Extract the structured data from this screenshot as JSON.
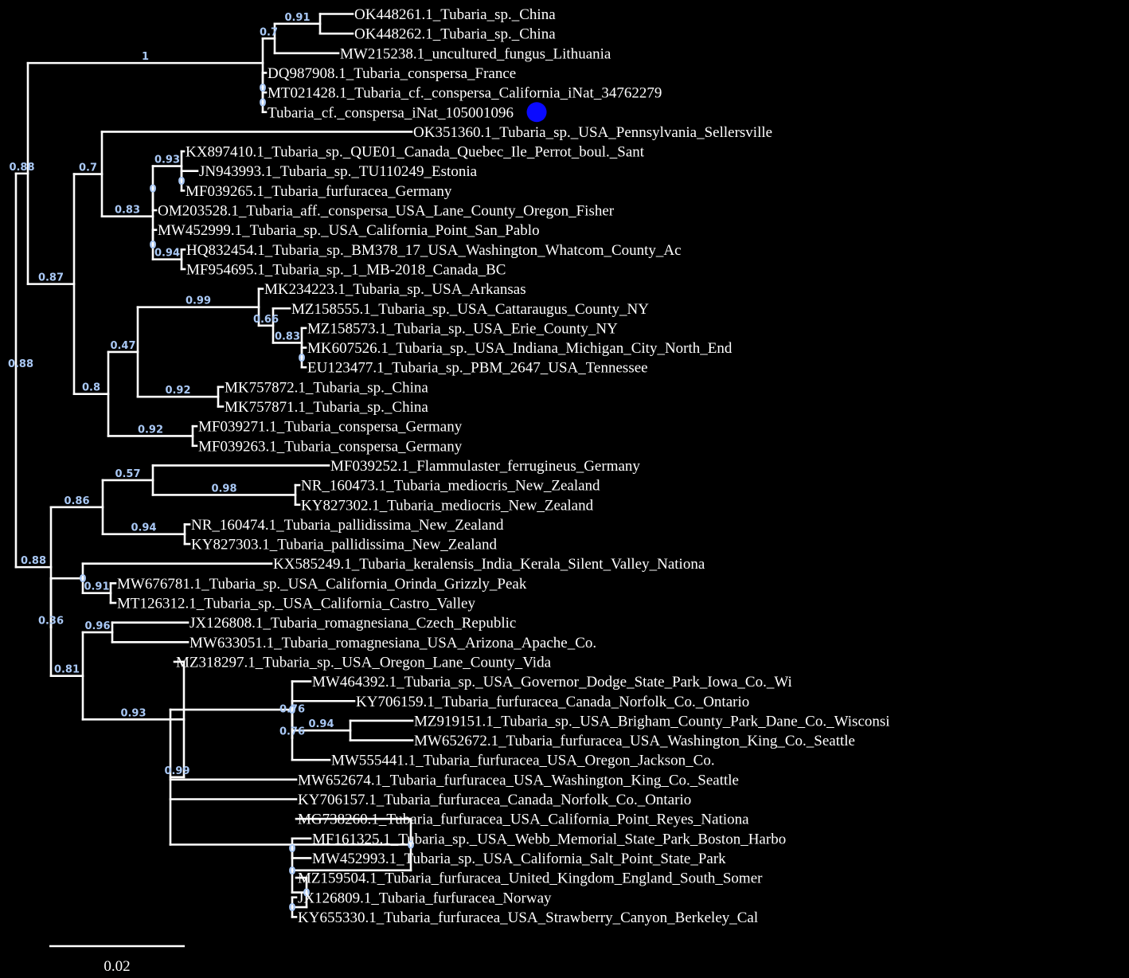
{
  "colors": {
    "background": "#000000",
    "branch": "#ffffff",
    "label": "#ffffff",
    "support": "#a9c8f5",
    "highlight": "#0a0aff"
  },
  "scale_bar": {
    "label": "0.02",
    "length_units": 0.02
  },
  "tree": {
    "support": "0.88",
    "children": [
      {
        "support": "0.88",
        "children": [
          {
            "support": "1",
            "children": [
              {
                "support": "0.7",
                "children": [
                  {
                    "support": "0.91",
                    "children": [
                      {
                        "name": "OK448261.1_Tubaria_sp._China"
                      },
                      {
                        "name": "OK448262.1_Tubaria_sp._China"
                      }
                    ]
                  },
                  {
                    "name": "MW215238.1_uncultured_fungus_Lithuania"
                  }
                ]
              },
              {
                "support": "0",
                "children": [
                  {
                    "name": "DQ987908.1_Tubaria_conspersa_France"
                  },
                  {
                    "support": "0",
                    "children": [
                      {
                        "name": "MT021428.1_Tubaria_cf._conspersa_California_iNat_34762279"
                      },
                      {
                        "name": "Tubaria_cf._conspersa_iNat_105001096",
                        "highlight": true
                      }
                    ]
                  }
                ]
              }
            ]
          },
          {
            "support": "0.87",
            "children": [
              {
                "support": "0.7",
                "children": [
                  {
                    "name": "OK351360.1_Tubaria_sp._USA_Pennsylvania_Sellersville"
                  },
                  {
                    "support": "0.83",
                    "children": [
                      {
                        "support": "0",
                        "children": [
                          {
                            "support": "0.93",
                            "children": [
                              {
                                "name": "KX897410.1_Tubaria_sp._QUE01_Canada_Quebec_Ile_Perrot_boul._Sant"
                              },
                              {
                                "support": "0",
                                "children": [
                                  {
                                    "name": "JN943993.1_Tubaria_sp._TU110249_Estonia"
                                  },
                                  {
                                    "name": "MF039265.1_Tubaria_furfuracea_Germany"
                                  }
                                ]
                              }
                            ]
                          },
                          {
                            "name": "OM203528.1_Tubaria_aff._conspersa_USA_Lane_County_Oregon_Fisher"
                          }
                        ]
                      },
                      {
                        "support": "0",
                        "children": [
                          {
                            "name": "MW452999.1_Tubaria_sp._USA_California_Point_San_Pablo"
                          },
                          {
                            "support": "0.94",
                            "children": [
                              {
                                "name": "HQ832454.1_Tubaria_sp._BM378_17_USA_Washington_Whatcom_County_Ac"
                              },
                              {
                                "name": "MF954695.1_Tubaria_sp._1_MB-2018_Canada_BC"
                              }
                            ]
                          }
                        ]
                      }
                    ]
                  }
                ]
              },
              {
                "support": "0.8",
                "children": [
                  {
                    "support": "0.47",
                    "children": [
                      {
                        "support": "0.99",
                        "children": [
                          {
                            "name": "MK234223.1_Tubaria_sp._USA_Arkansas"
                          },
                          {
                            "support": "0.66",
                            "children": [
                              {
                                "name": "MZ158555.1_Tubaria_sp._USA_Cattaraugus_County_NY"
                              },
                              {
                                "support": "0.83",
                                "children": [
                                  {
                                    "name": "MZ158573.1_Tubaria_sp._USA_Erie_County_NY"
                                  },
                                  {
                                    "support": "0",
                                    "children": [
                                      {
                                        "name": "MK607526.1_Tubaria_sp._USA_Indiana_Michigan_City_North_End"
                                      },
                                      {
                                        "name": "EU123477.1_Tubaria_sp._PBM_2647_USA_Tennessee"
                                      }
                                    ]
                                  }
                                ]
                              }
                            ]
                          }
                        ]
                      },
                      {
                        "support": "0.92",
                        "children": [
                          {
                            "name": "MK757872.1_Tubaria_sp._China"
                          },
                          {
                            "name": "MK757871.1_Tubaria_sp._China"
                          }
                        ]
                      }
                    ]
                  },
                  {
                    "support": "0.92",
                    "children": [
                      {
                        "name": "MF039271.1_Tubaria_conspersa_Germany"
                      },
                      {
                        "name": "MF039263.1_Tubaria_conspersa_Germany"
                      }
                    ]
                  }
                ]
              }
            ]
          }
        ]
      },
      {
        "support": "0.88",
        "children": [
          {
            "support": "0.86",
            "children": [
              {
                "support": "0.57",
                "children": [
                  {
                    "name": "MF039252.1_Flammulaster_ferrugineus_Germany"
                  },
                  {
                    "support": "0.98",
                    "children": [
                      {
                        "name": "NR_160473.1_Tubaria_mediocris_New_Zealand"
                      },
                      {
                        "name": "KY827302.1_Tubaria_mediocris_New_Zealand"
                      }
                    ]
                  }
                ]
              },
              {
                "support": "0.94",
                "children": [
                  {
                    "name": "NR_160474.1_Tubaria_pallidissima_New_Zealand"
                  },
                  {
                    "name": "KY827303.1_Tubaria_pallidissima_New_Zealand"
                  }
                ]
              }
            ]
          },
          {
            "support": "0.36",
            "children": [
              {
                "support": "0",
                "children": [
                  {
                    "name": "KX585249.1_Tubaria_keralensis_India_Kerala_Silent_Valley_Nationa"
                  },
                  {
                    "support": "0.91",
                    "children": [
                      {
                        "name": "MW676781.1_Tubaria_sp._USA_California_Orinda_Grizzly_Peak"
                      },
                      {
                        "name": "MT126312.1_Tubaria_sp._USA_California_Castro_Valley"
                      }
                    ]
                  }
                ]
              },
              {
                "support": "0.81",
                "children": [
                  {
                    "support": "0.96",
                    "children": [
                      {
                        "name": "JX126808.1_Tubaria_romagnesiana_Czech_Republic"
                      },
                      {
                        "name": "MW633051.1_Tubaria_romagnesiana_USA_Arizona_Apache_Co."
                      }
                    ]
                  },
                  {
                    "support": "0.93",
                    "children": [
                      {
                        "name": "MZ318297.1_Tubaria_sp._USA_Oregon_Lane_County_Vida"
                      },
                      {
                        "support": "0.99",
                        "children": [
                          {
                            "support": "0",
                            "children": [
                              {
                                "name": "MW464392.1_Tubaria_sp._USA_Governor_Dodge_State_Park_Iowa_Co._Wi"
                              },
                              {
                                "support": "0.76",
                                "children": [
                                  {
                                    "support": "0.76",
                                    "children": [
                                      {
                                        "name": "KY706159.1_Tubaria_furfuracea_Canada_Norfolk_Co._Ontario"
                                      },
                                      {
                                        "support": "0.94",
                                        "children": [
                                          {
                                            "name": "MZ919151.1_Tubaria_sp._USA_Brigham_County_Park_Dane_Co._Wisconsi"
                                          },
                                          {
                                            "name": "MW652672.1_Tubaria_furfuracea_USA_Washington_King_Co._Seattle"
                                          }
                                        ]
                                      }
                                    ]
                                  },
                                  {
                                    "name": "MW555441.1_Tubaria_furfuracea_USA_Oregon_Jackson_Co."
                                  }
                                ]
                              }
                            ]
                          },
                          {
                            "name": "MW652674.1_Tubaria_furfuracea_USA_Washington_King_Co._Seattle"
                          },
                          {
                            "name": "KY706157.1_Tubaria_furfuracea_Canada_Norfolk_Co._Ontario"
                          },
                          {
                            "support": "0",
                            "children": [
                              {
                                "name": "MG738260.1_Tubaria_furfuracea_USA_California_Point_Reyes_Nationa"
                              },
                              {
                                "support": "0",
                                "children": [
                                  {
                                    "support": "0",
                                    "children": [
                                      {
                                        "name": "MF161325.1_Tubaria_sp._USA_Webb_Memorial_State_Park_Boston_Harbo"
                                      },
                                      {
                                        "name": "MW452993.1_Tubaria_sp._USA_California_Salt_Point_State_Park"
                                      }
                                    ]
                                  },
                                  {
                                    "support": "0",
                                    "children": [
                                      {
                                        "name": "MZ159504.1_Tubaria_furfuracea_United_Kingdom_England_South_Somer"
                                      },
                                      {
                                        "support": "0",
                                        "children": [
                                          {
                                            "name": "JX126809.1_Tubaria_furfuracea_Norway"
                                          },
                                          {
                                            "name": "KY655330.1_Tubaria_furfuracea_USA_Strawberry_Canyon_Berkeley_Cal"
                                          }
                                        ]
                                      }
                                    ]
                                  }
                                ]
                              }
                            ]
                          }
                        ]
                      }
                    ]
                  }
                ]
              }
            ]
          }
        ]
      }
    ]
  }
}
